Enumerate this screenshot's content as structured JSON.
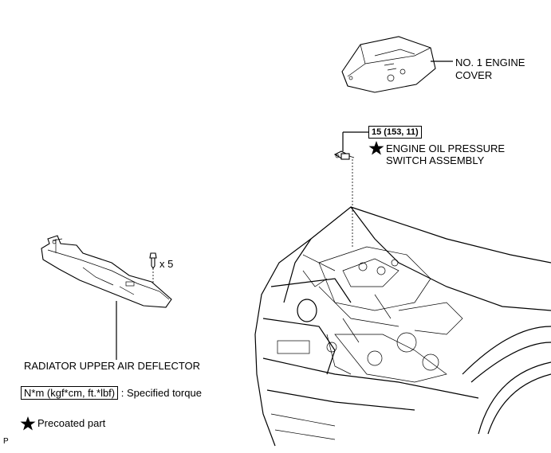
{
  "labels": {
    "engine_cover": [
      "NO. 1 ENGINE",
      "COVER"
    ],
    "torque_value": "15 (153, 11)",
    "switch": [
      "ENGINE OIL PRESSURE",
      "SWITCH ASSEMBLY"
    ],
    "clip_qty": "x 5",
    "deflector": "RADIATOR UPPER AIR DEFLECTOR"
  },
  "legend": {
    "torque_units": "N*m (kgf*cm, ft.*lbf)",
    "torque_desc": ": Specified torque",
    "precoated": "Precoated part"
  },
  "page_code": "P"
}
